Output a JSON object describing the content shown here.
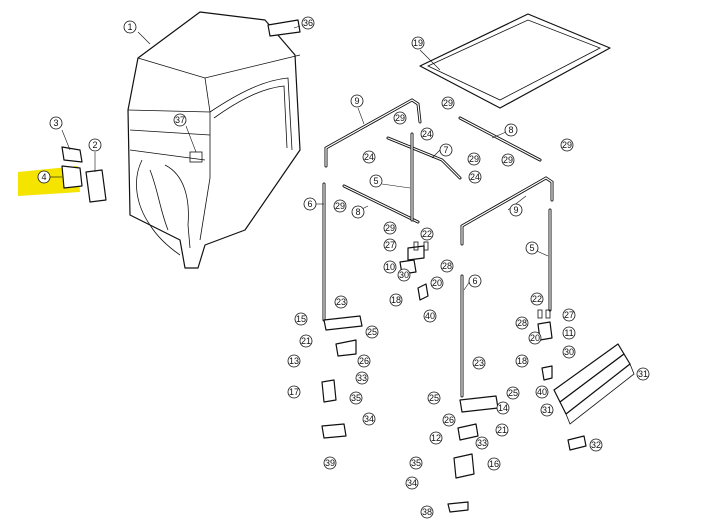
{
  "diagram": {
    "highlight_color": "#f5e400",
    "highlighted_callout": "4",
    "callouts": {
      "c1": "1",
      "c2": "2",
      "c3": "3",
      "c4": "4",
      "c5a": "5",
      "c5b": "5",
      "c6a": "6",
      "c6b": "6",
      "c7": "7",
      "c8a": "8",
      "c8b": "8",
      "c9a": "9",
      "c9b": "9",
      "c10": "10",
      "c11": "11",
      "c12": "12",
      "c13": "13",
      "c14": "14",
      "c15": "15",
      "c16": "16",
      "c17": "17",
      "c18a": "18",
      "c18b": "18",
      "c19": "19",
      "c20a": "20",
      "c20b": "20",
      "c21a": "21",
      "c21b": "21",
      "c22a": "22",
      "c22b": "22",
      "c23a": "23",
      "c23b": "23",
      "c24a": "24",
      "c24b": "24",
      "c24c": "24",
      "c25a": "25",
      "c25b": "25",
      "c25c": "25",
      "c26a": "26",
      "c26b": "26",
      "c27a": "27",
      "c27b": "27",
      "c28a": "28",
      "c28b": "28",
      "c29a": "29",
      "c29b": "29",
      "c29c": "29",
      "c29d": "29",
      "c29e": "29",
      "c29f": "29",
      "c29g": "29",
      "c30a": "30",
      "c30b": "30",
      "c31a": "31",
      "c31b": "31",
      "c32": "32",
      "c33a": "33",
      "c33b": "33",
      "c34a": "34",
      "c34b": "34",
      "c35a": "35",
      "c35b": "35",
      "c36": "36",
      "c37": "37",
      "c38": "38",
      "c39": "39",
      "c40a": "40",
      "c40b": "40"
    }
  }
}
